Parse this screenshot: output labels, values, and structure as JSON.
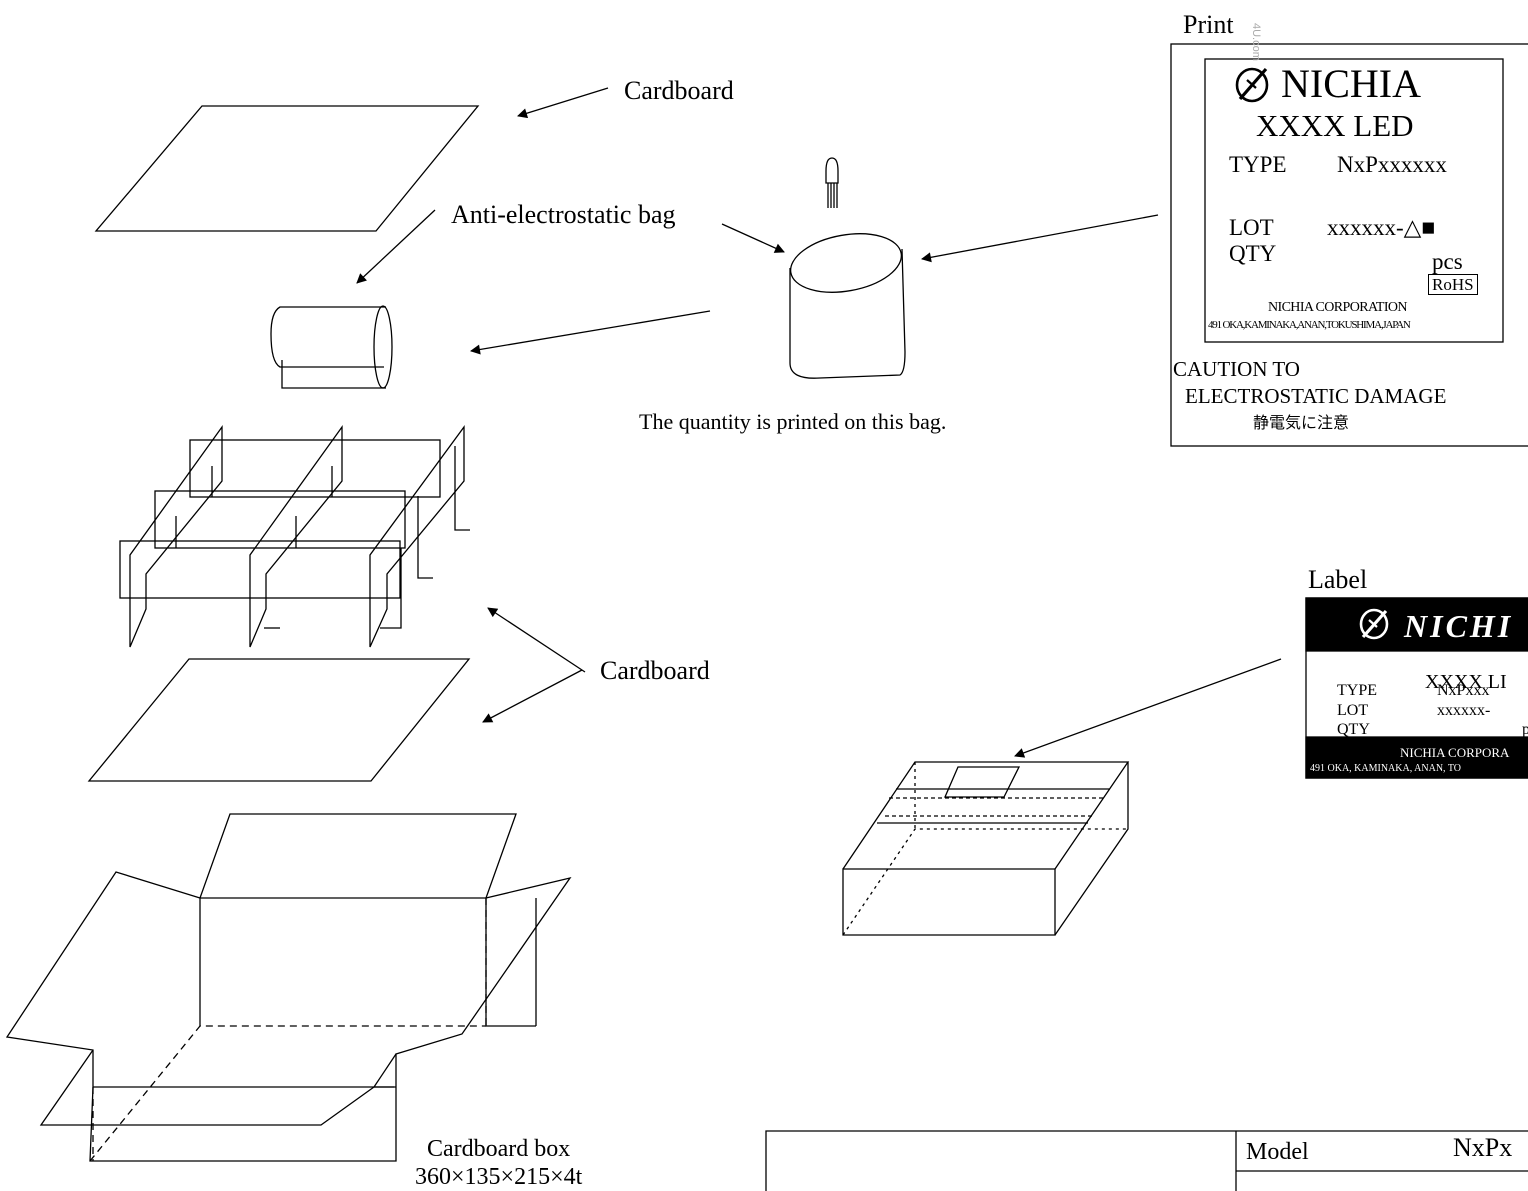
{
  "labels": {
    "cardboard_top": "Cardboard",
    "antistatic_bag": "Anti-electrostatic bag",
    "bag_note": "The quantity is printed on this bag.",
    "cardboard_mid": "Cardboard",
    "cardboard_box": "Cardboard box",
    "box_dims": "360×135×215×4t"
  },
  "print_panel": {
    "title": "Print",
    "brand": "NICHIA",
    "product": "XXXX LED",
    "type_label": "TYPE",
    "type_value": "NxPxxxxxx",
    "lot_label": "LOT",
    "lot_value": "xxxxxx-△■",
    "qty_label": "QTY",
    "qty_unit": "pcs",
    "rohs": "RoHS",
    "corp": "NICHIA CORPORATION",
    "address": "491 OKA,KAMINAKA,ANAN,TOKUSHIMA,JAPAN",
    "caution1": "CAUTION TO",
    "caution2": "ELECTROSTATIC DAMAGE",
    "caution_jp": "静電気に注意",
    "watermark": "4U.com"
  },
  "label_panel": {
    "title": "Label",
    "brand": "NICHI",
    "product": "XXXX LI",
    "type_label": "TYPE",
    "type_value": "NxPxxx",
    "lot_label": "LOT",
    "lot_value": "xxxxxx-",
    "qty_label": "QTY",
    "qty_value": "p",
    "corp": "NICHIA CORPORA",
    "address": "491 OKA, KAMINAKA, ANAN, TO"
  },
  "title_block": {
    "model_label": "Model",
    "model_value": "NxPx"
  }
}
